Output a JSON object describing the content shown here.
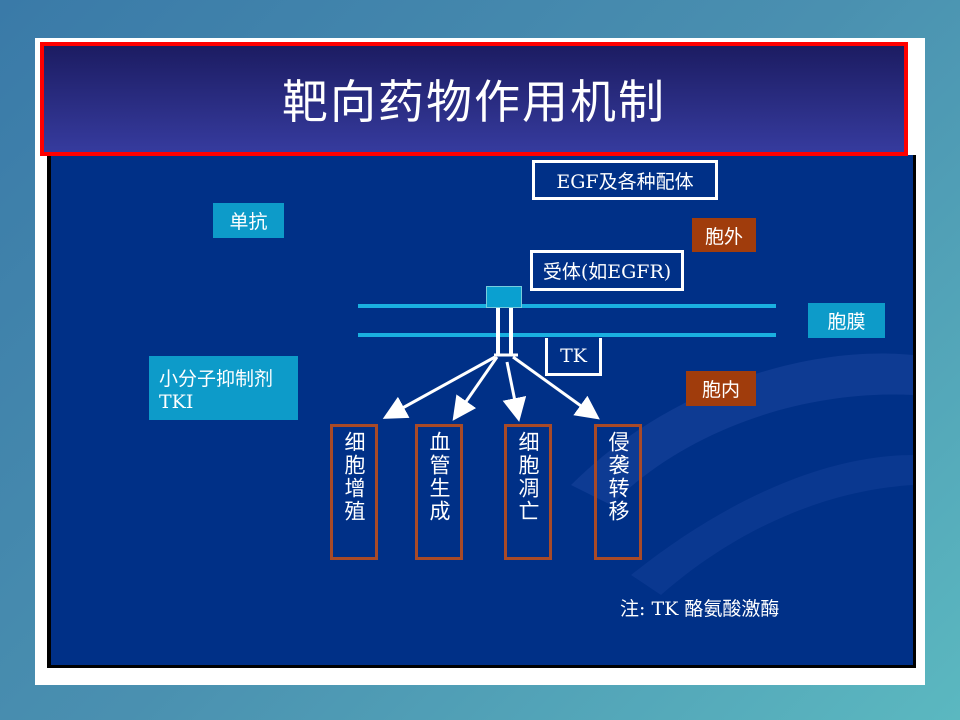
{
  "title": "靶向药物作用机制",
  "labels": {
    "ligand": "EGF及各种配体",
    "receptor": "受体(如EGFR)",
    "tk": "TK",
    "extracellular": "胞外",
    "membrane": "胞膜",
    "intracellular": "胞内",
    "antibody": "单抗",
    "small_molecule_1": "小分子抑制剂",
    "small_molecule_2": "TKI"
  },
  "outcomes": [
    "细胞增殖",
    "血管生成",
    "细胞凋亡",
    "侵袭转移"
  ],
  "note": "注: TK  酪氨酸激酶"
}
